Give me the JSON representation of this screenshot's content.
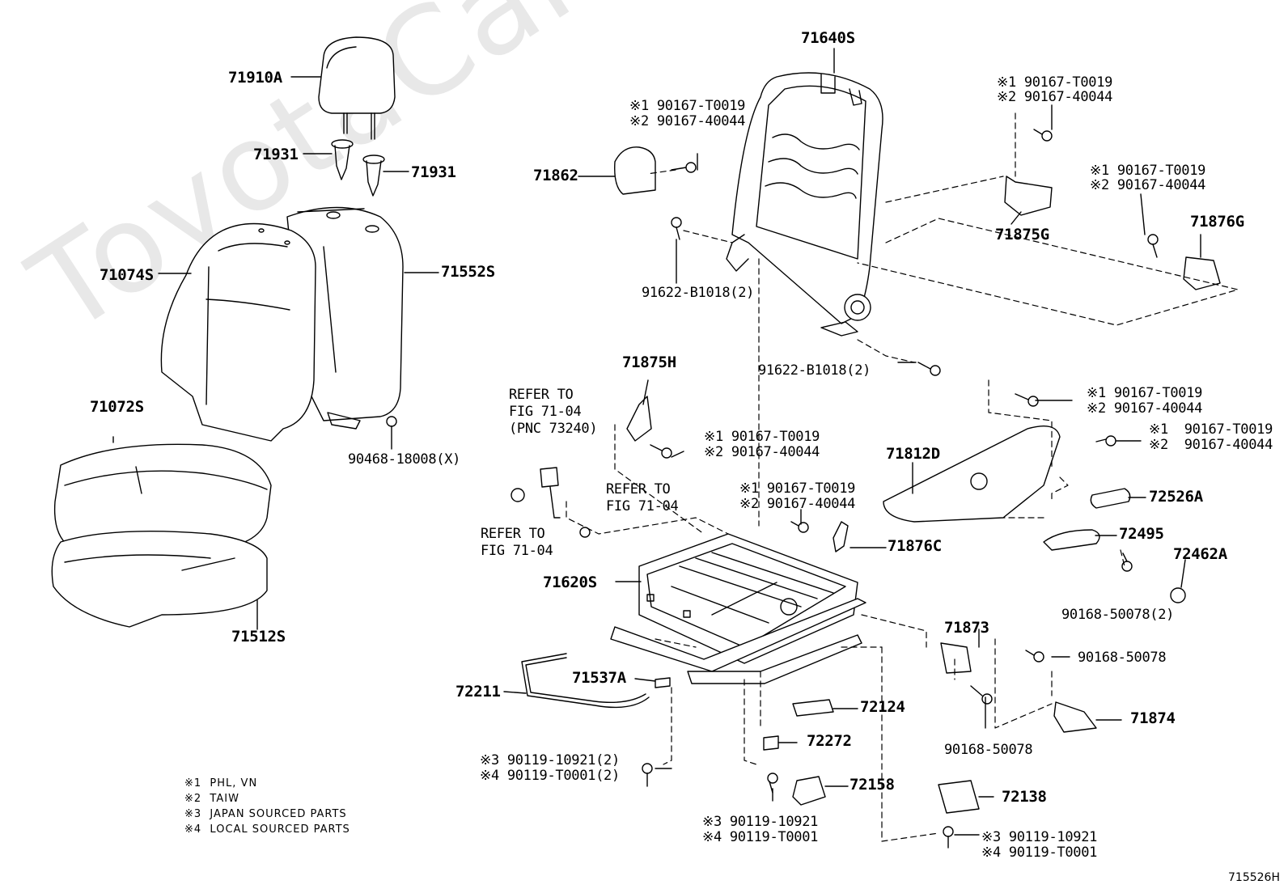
{
  "watermark": "ToyotaCarMine.ru",
  "diagram_code": "715526H",
  "parts": {
    "p71910A": "71910A",
    "p71931a": "71931",
    "p71931b": "71931",
    "p71074S": "71074S",
    "p71552S": "71552S",
    "p71072S": "71072S",
    "p71512S": "71512S",
    "p90468": "90468-18008(X)",
    "p71640S": "71640S",
    "p71862": "71862",
    "p91622a": "91622-B1018(2)",
    "p91622b": "91622-B1018(2)",
    "p71875G": "71875G",
    "p71876G": "71876G",
    "p71875H": "71875H",
    "p71812D": "71812D",
    "p72526A": "72526A",
    "p72495": "72495",
    "p72462A": "72462A",
    "p90168_2": "90168-50078(2)",
    "p71876C": "71876C",
    "p71620S": "71620S",
    "p71537A": "71537A",
    "p72211": "72211",
    "p71873": "71873",
    "p90168a": "90168-50078",
    "p90168b": "90168-50078",
    "p71874": "71874",
    "p72124": "72124",
    "p72272": "72272",
    "p72158": "72158",
    "p72138": "72138"
  },
  "callouts": {
    "c_a1": "※1 90167-T0019",
    "c_a2": "※2 90167-40044",
    "c_b1": "※1 90167-T0019",
    "c_b2": "※2 90167-40044",
    "c_c1": "※1 90167-T0019",
    "c_c2": "※2 90167-40044",
    "c_d1": "※1 90167-T0019",
    "c_d2": "※2 90167-40044",
    "c_e1": "※1 90167-T0019",
    "c_e2": "※2 90167-40044",
    "c_f1": "※1  90167-T0019",
    "c_f2": "※2  90167-40044",
    "c_g1": "※1 90167-T0019",
    "c_g2": "※2 90167-40044",
    "c_h3": "※3 90119-10921(2)",
    "c_h4": "※4 90119-T0001(2)",
    "c_i3": "※3 90119-10921",
    "c_i4": "※4 90119-T0001",
    "c_j3": "※3 90119-10921",
    "c_j4": "※4 90119-T0001"
  },
  "refers": {
    "r1_l1": "REFER TO",
    "r1_l2": "FIG 71-04",
    "r1_l3": "(PNC 73240)",
    "r2_l1": "REFER TO",
    "r2_l2": "FIG 71-04",
    "r3_l1": "REFER TO",
    "r3_l2": "FIG 71-04"
  },
  "legend": {
    "n1": "※1  PHL, VN",
    "n2": "※2  TAIW",
    "n3": "※3  JAPAN SOURCED PARTS",
    "n4": "※4  LOCAL SOURCED PARTS"
  }
}
